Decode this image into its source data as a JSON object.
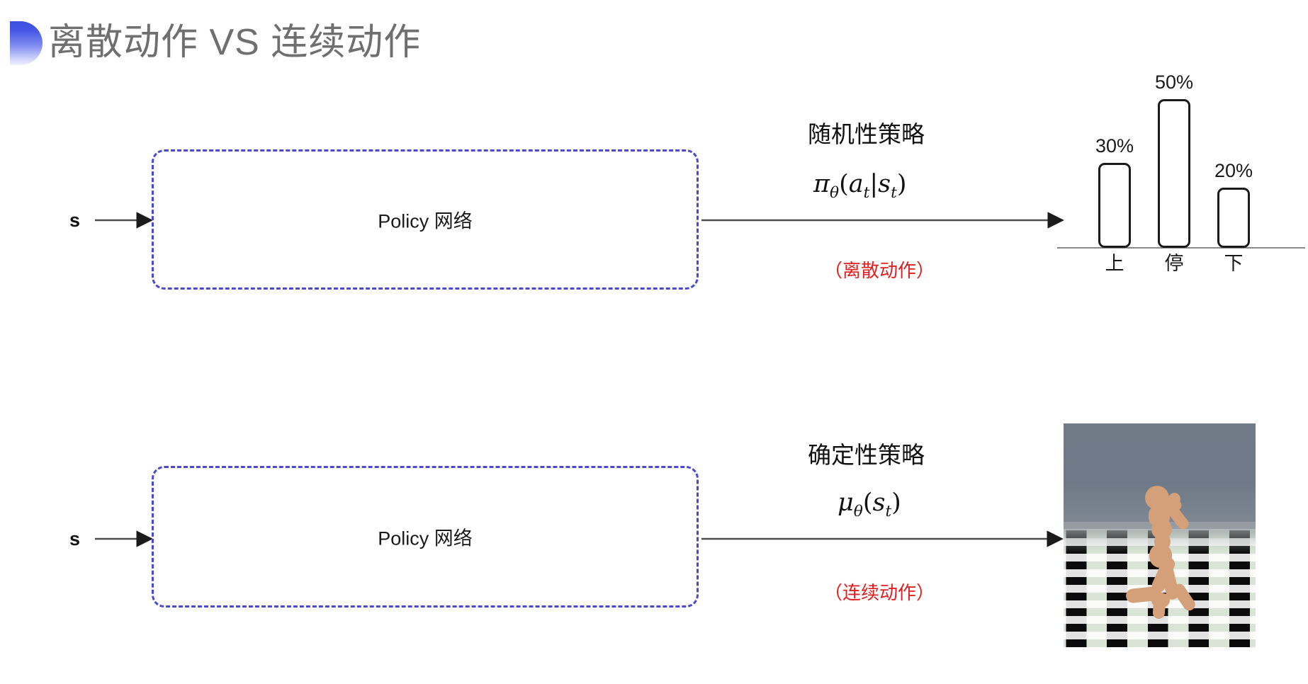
{
  "slide": {
    "title": "离散动作 VS 连续动作",
    "title_color": "#6f6f6f",
    "accent_color": "#4455e6",
    "background": "#ffffff"
  },
  "rows": [
    {
      "id": "discrete",
      "input_label": "s",
      "box_label": "Policy 网络",
      "policy_kind": "随机性策略",
      "formula": "πθ(at|st)",
      "formula_parts": {
        "fn": "π",
        "param": "θ",
        "open": "(",
        "arg1": "a",
        "arg1_sub": "t",
        "bar": "|",
        "arg2": "s",
        "arg2_sub": "t",
        "close": ")"
      },
      "action_note": "（离散动作）",
      "action_note_color": "#e02020"
    },
    {
      "id": "continuous",
      "input_label": "s",
      "box_label": "Policy 网络",
      "policy_kind": "确定性策略",
      "formula": "μθ(st)",
      "formula_parts": {
        "fn": "μ",
        "param": "θ",
        "open": "(",
        "arg1": "s",
        "arg1_sub": "t",
        "close": ")"
      },
      "action_note": "（连续动作）",
      "action_note_color": "#e02020"
    }
  ],
  "chart_data": {
    "type": "bar",
    "title": "",
    "categories": [
      "上",
      "停",
      "下"
    ],
    "values": [
      30,
      50,
      20
    ],
    "value_labels": [
      "30%",
      "50%",
      "20%"
    ],
    "xlabel": "",
    "ylabel": "",
    "ylim": [
      0,
      60
    ],
    "grid": false,
    "legend": "none",
    "bar_style": {
      "fill": "#ffffff",
      "stroke": "#1a1a1a",
      "corner_radius": 9
    },
    "axis_color": "#8a8a8a"
  },
  "sim": {
    "name": "humanoid-mujoco-render",
    "sky_color": "#6e7a87",
    "floor_light": "#d9e4d6",
    "floor_dark": "#0b0b0b",
    "body_color": "#d3a07a"
  },
  "icons": {
    "title_bullet": "half-circle-bullet-icon",
    "flow_arrow": "arrow-right-icon"
  }
}
